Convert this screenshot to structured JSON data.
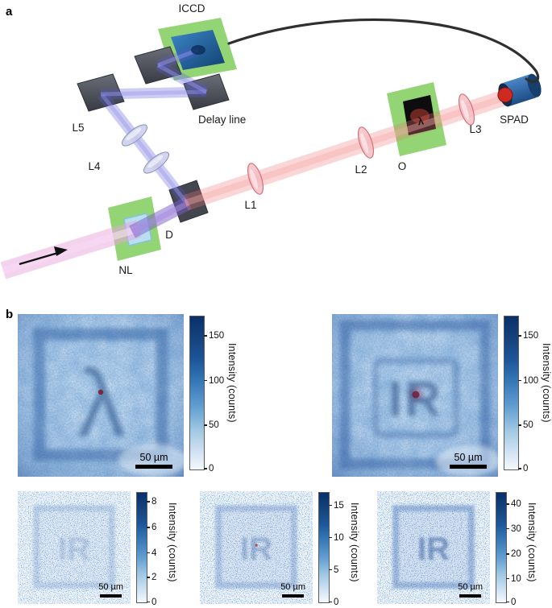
{
  "figure": {
    "panel_a_label": "a",
    "panel_b_label": "b"
  },
  "panel_a": {
    "labels": {
      "iccd": "ICCD",
      "delay_line": "Delay line",
      "l5": "L5",
      "l4": "L4",
      "nl": "NL",
      "d": "D",
      "l1": "L1",
      "l2": "L2",
      "o": "O",
      "l3": "L3",
      "spad": "SPAD",
      "object_glyph": "λ"
    },
    "colors": {
      "plate_green": "#93d474",
      "idler_beam_red": "#f07878",
      "signal_beam_blue": "#5b5bd6",
      "pump_beam_pink": "#e8a6de",
      "object_glyph_orange": "#ff8c1f"
    }
  },
  "panel_b": {
    "colorbar_label": "Intensity (counts)",
    "scalebar_label": "50 µm",
    "images": [
      {
        "name": "iccd-image-lambda",
        "glyph": "λ",
        "ticks": [
          "150",
          "100",
          "50",
          "0"
        ]
      },
      {
        "name": "iccd-image-ir",
        "glyph": "IR",
        "ticks": [
          "150",
          "100",
          "50",
          "0"
        ]
      },
      {
        "name": "spad-image-low",
        "glyph": "IR",
        "ticks": [
          "8",
          "6",
          "4",
          "2",
          "0"
        ]
      },
      {
        "name": "spad-image-mid",
        "glyph": "IR",
        "ticks": [
          "15",
          "10",
          "5",
          "0"
        ]
      },
      {
        "name": "spad-image-high",
        "glyph": "IR",
        "ticks": [
          "40",
          "30",
          "20",
          "10",
          "0"
        ]
      }
    ]
  }
}
